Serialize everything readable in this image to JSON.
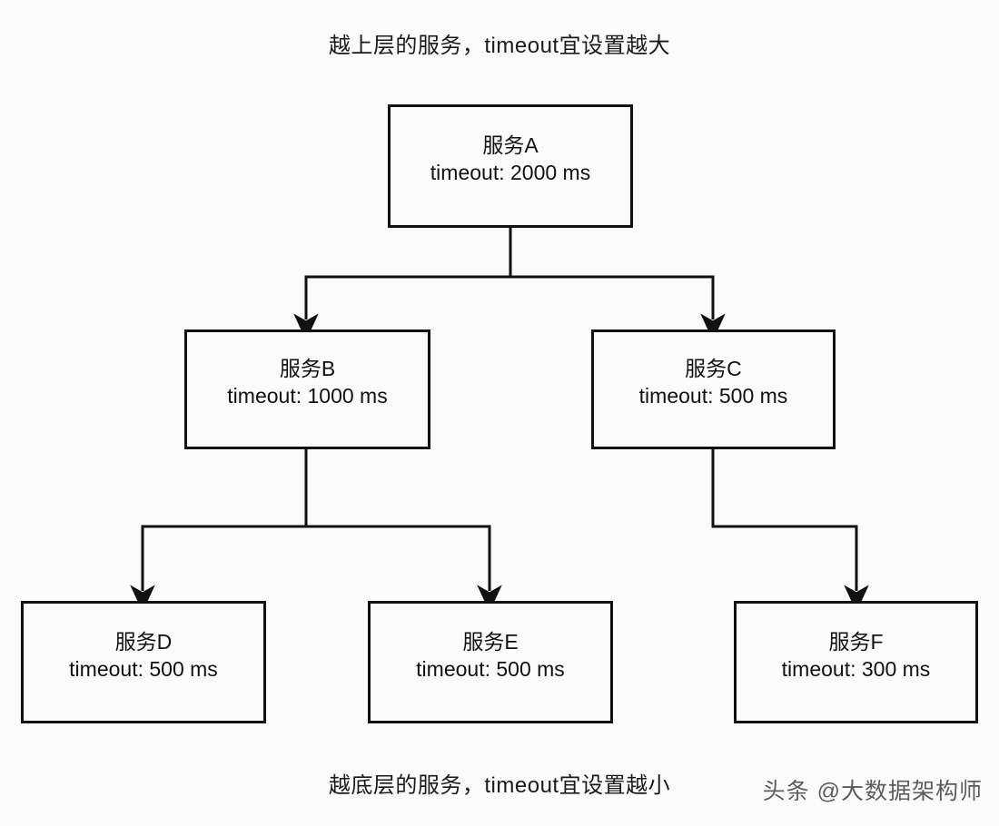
{
  "diagram": {
    "caption_top": "越上层的服务，timeout宜设置越大",
    "caption_bottom": "越底层的服务，timeout宜设置越小",
    "watermark": "头条 @大数据架构师",
    "colors": {
      "background": "#fbfbfb",
      "stroke": "#111111",
      "text": "#1a1a1a",
      "watermark": "#3a3a3a"
    },
    "nodes": [
      {
        "id": "A",
        "name": "服务A",
        "timeout": "timeout: 2000 ms",
        "value_ms": 2000,
        "level": 1
      },
      {
        "id": "B",
        "name": "服务B",
        "timeout": "timeout: 1000 ms",
        "value_ms": 1000,
        "level": 2
      },
      {
        "id": "C",
        "name": "服务C",
        "timeout": "timeout: 500 ms",
        "value_ms": 500,
        "level": 2
      },
      {
        "id": "D",
        "name": "服务D",
        "timeout": "timeout: 500 ms",
        "value_ms": 500,
        "level": 3
      },
      {
        "id": "E",
        "name": "服务E",
        "timeout": "timeout: 500 ms",
        "value_ms": 500,
        "level": 3
      },
      {
        "id": "F",
        "name": "服务F",
        "timeout": "timeout: 300 ms",
        "value_ms": 300,
        "level": 3
      }
    ],
    "edges": [
      {
        "from": "A",
        "to": "B"
      },
      {
        "from": "A",
        "to": "C"
      },
      {
        "from": "B",
        "to": "D"
      },
      {
        "from": "B",
        "to": "E"
      },
      {
        "from": "C",
        "to": "F"
      }
    ]
  }
}
